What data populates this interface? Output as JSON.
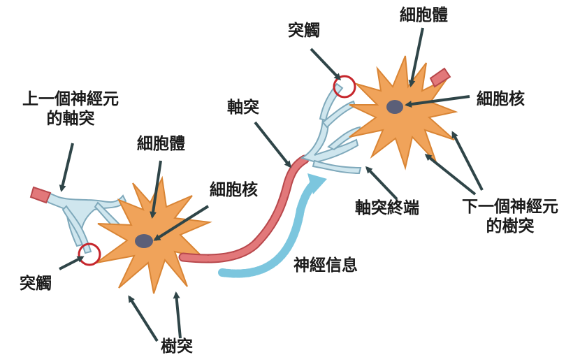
{
  "labels": {
    "prev_axon_line1": "上一個神經元",
    "prev_axon_line2": "的軸突",
    "cell_body_left": "細胞體",
    "nucleus_left": "細胞核",
    "synapse_left": "突觸",
    "dendrite_left": "樹突",
    "axon": "軸突",
    "nerve_signal": "神經信息",
    "synapse_right": "突觸",
    "cell_body_right": "細胞體",
    "nucleus_right": "細胞核",
    "axon_terminal": "軸突終端",
    "next_dendrite_line1": "下一個神經元",
    "next_dendrite_line2": "的樹突"
  },
  "colors": {
    "soma": "#f0a35a",
    "soma_edge": "#d98535",
    "nucleus": "#5b5f78",
    "axon_segment": "#e2787a",
    "axon_edge": "#b8484c",
    "terminal_branch": "#cfe6ee",
    "terminal_edge": "#7fa9bb",
    "signal_arrow": "#7cc6de",
    "synapse_ring": "#c6262c",
    "pointer": "#2f4548"
  }
}
